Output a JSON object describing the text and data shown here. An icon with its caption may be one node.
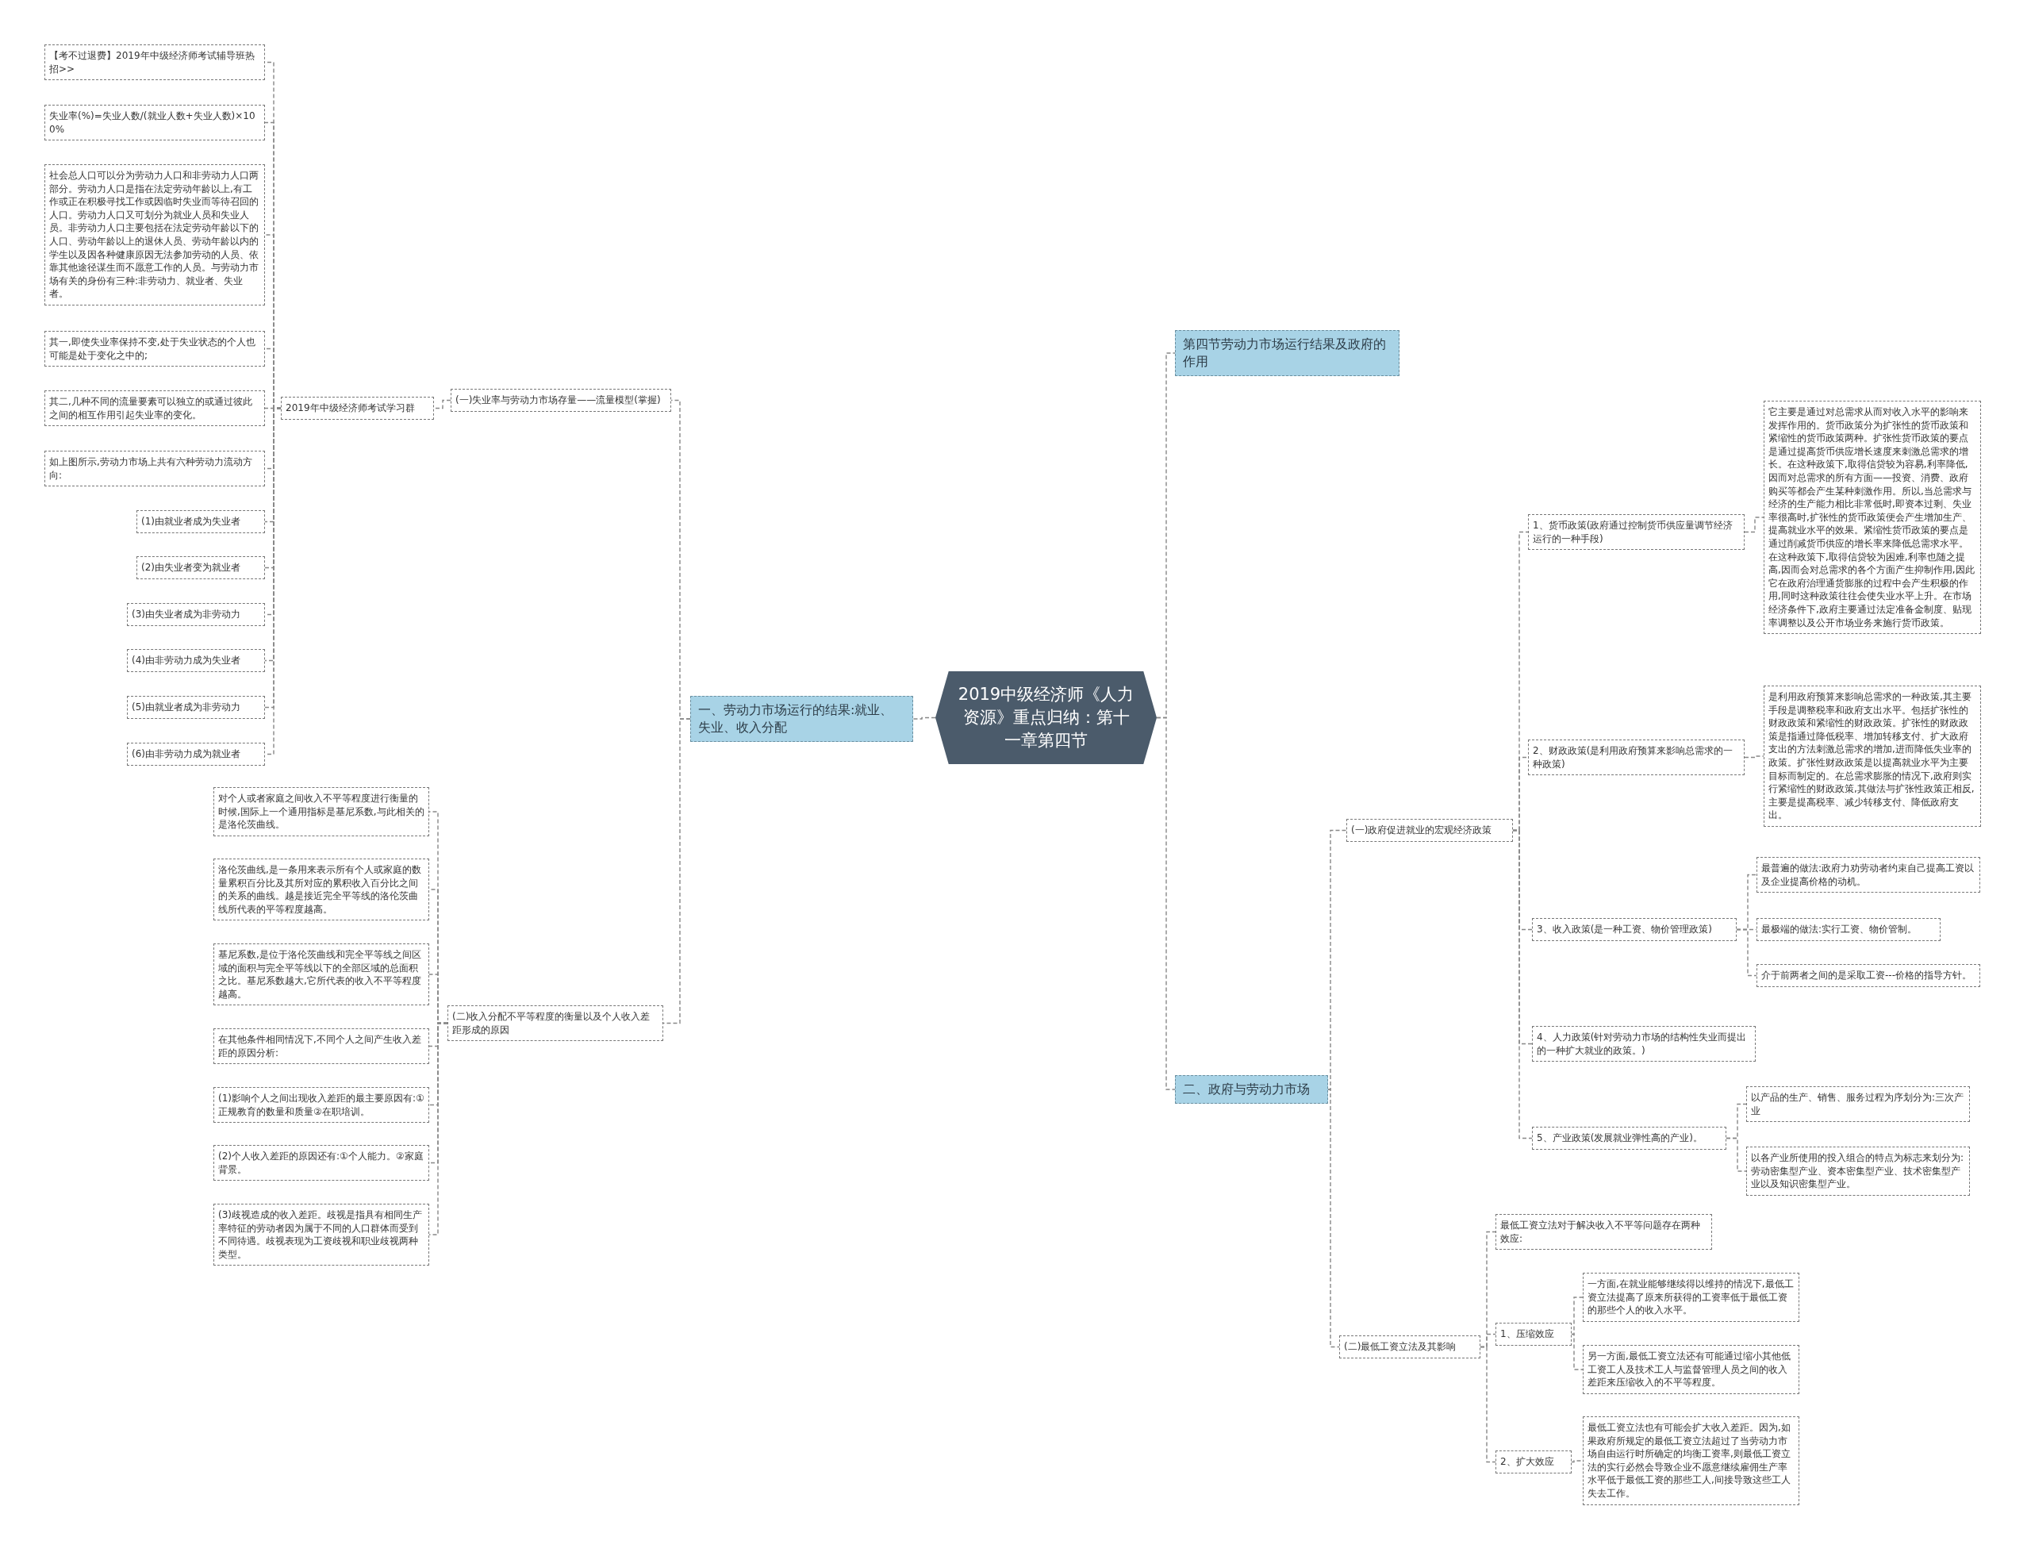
{
  "diagram": {
    "nodes": [
      {
        "text": [
          "2019中级经济师《人力资源》重点归纳：第十一章第四节"
        ]
      },
      {
        "text": [
          "一、劳动力市场运行的结果:就业、失业、收入分配"
        ]
      },
      {
        "text": [
          "(一)失业率与劳动力市场存量——流量模型(掌握)"
        ]
      },
      {
        "text": [
          "2019年中级经济师考试学习群"
        ]
      },
      {
        "text": [
          "【考不过退费】2019年中级经济师考试辅导班热招>>"
        ]
      },
      {
        "text": [
          "失业率(%)=失业人数/(就业人数+失业人数)×100%"
        ]
      },
      {
        "text": [
          "社会总人口可以分为劳动力人口和非劳动力人口两部分。劳动力人口是指在法定劳动年龄以上,有工作或正在积极寻找工作或因临时失业而等待召回的人口。劳动力人口又可划分为就业人员和失业人员。非劳动力人口主要包括在法定劳动年龄以下的人口、劳动年龄以上的退休人员、劳动年龄以内的学生以及因各种健康原因无法参加劳动的人员、依靠其他途径谋生而不愿意工作的人员。与劳动力市场有关的身份有三种:非劳动力、就业者、失业者。"
        ]
      },
      {
        "text": [
          "其一,即使失业率保持不变,处于失业状态的个人也可能是处于变化之中的;"
        ]
      },
      {
        "text": [
          "其二,几种不同的流量要素可以独立的或通过彼此之间的相互作用引起失业率的变化。"
        ]
      },
      {
        "text": [
          "如上图所示,劳动力市场上共有六种劳动力流动方向:"
        ]
      },
      {
        "text": [
          "(1)由就业者成为失业者"
        ]
      },
      {
        "text": [
          "(2)由失业者变为就业者"
        ]
      },
      {
        "text": [
          "(3)由失业者成为非劳动力"
        ]
      },
      {
        "text": [
          "(4)由非劳动力成为失业者"
        ]
      },
      {
        "text": [
          "(5)由就业者成为非劳动力"
        ]
      },
      {
        "text": [
          "(6)由非劳动力成为就业者"
        ]
      },
      {
        "text": [
          "(二)收入分配不平等程度的衡量以及个人收入差距形成的原因"
        ]
      },
      {
        "text": [
          "对个人或者家庭之间收入不平等程度进行衡量的时候,国际上一个通用指标是基尼系数,与此相关的是洛伦茨曲线。"
        ]
      },
      {
        "text": [
          "洛伦茨曲线,是一条用来表示所有个人或家庭的数量累积百分比及其所对应的累积收入百分比之间的关系的曲线。越是接近完全平等线的洛伦茨曲线所代表的平等程度越高。"
        ]
      },
      {
        "text": [
          "基尼系数,是位于洛伦茨曲线和完全平等线之间区域的面积与完全平等线以下的全部区域的总面积之比。基尼系数越大,它所代表的收入不平等程度越高。"
        ]
      },
      {
        "text": [
          "在其他条件相同情况下,不同个人之间产生收入差距的原因分析:"
        ]
      },
      {
        "text": [
          "(1)影响个人之间出现收入差距的最主要原因有:①正规教育的数量和质量②在职培训。"
        ]
      },
      {
        "text": [
          "(2)个人收入差距的原因还有:①个人能力。②家庭背景。"
        ]
      },
      {
        "text": [
          "(3)歧视造成的收入差距。歧视是指具有相同生产率特征的劳动者因为属于不同的人口群体而受到不同待遇。歧视表现为工资歧视和职业歧视两种类型。"
        ]
      },
      {
        "text": [
          "第四节劳动力市场运行结果及政府的作用"
        ]
      },
      {
        "text": [
          "二、政府与劳动力市场"
        ]
      },
      {
        "text": [
          "(一)政府促进就业的宏观经济政策"
        ]
      },
      {
        "text": [
          "1、货币政策(政府通过控制货币供应量调节经济运行的一种手段)"
        ]
      },
      {
        "text": [
          "它主要是通过对总需求从而对收入水平的影响来发挥作用的。货币政策分为扩张性的货币政策和紧缩性的货币政策两种。扩张性货币政策的要点是通过提高货币供应增长速度来刺激总需求的增长。在这种政策下,取得信贷较为容易,利率降低,因而对总需求的所有方面——投资、消费、政府购买等都会产生某种刺激作用。所以,当总需求与经济的生产能力相比非常低时,即资本过剩、失业率很高时,扩张性的货币政策便会产生增加生产、提高就业水平的效果。紧缩性货币政策的要点是通过削减货币供应的增长率来降低总需求水平。在这种政策下,取得信贷较为困难,利率也随之提高,因而会对总需求的各个方面产生抑制作用,因此它在政府治理通货膨胀的过程中会产生积极的作用,同时这种政策往往会使失业水平上升。在市场经济条件下,政府主要通过法定准备金制度、贴现率调整以及公开市场业务来施行货币政策。"
        ]
      },
      {
        "text": [
          "2、财政政策(是利用政府预算来影响总需求的一种政策)"
        ]
      },
      {
        "text": [
          "是利用政府预算来影响总需求的一种政策,其主要手段是调整税率和政府支出水平。包括扩张性的财政政策和紧缩性的财政政策。扩张性的财政政策是指通过降低税率、增加转移支付、扩大政府支出的方法刺激总需求的增加,进而降低失业率的政策。扩张性财政政策是以提高就业水平为主要目标而制定的。在总需求膨胀的情况下,政府则实行紧缩性的财政政策,其做法与扩张性政策正相反,主要是提高税率、减少转移支付、降低政府支出。"
        ]
      },
      {
        "text": [
          "3、收入政策(是一种工资、物价管理政策)"
        ]
      },
      {
        "text": [
          "最普遍的做法:政府力劝劳动者约束自己提高工资以及企业提高价格的动机。"
        ]
      },
      {
        "text": [
          "最极端的做法:实行工资、物价管制。"
        ]
      },
      {
        "text": [
          "介于前两者之间的是采取工资---价格的指导方针。"
        ]
      },
      {
        "text": [
          "4、人力政策(针对劳动力市场的结构性失业而提出的一种扩大就业的政策。)"
        ]
      },
      {
        "text": [
          "5、产业政策(发展就业弹性高的产业)。"
        ]
      },
      {
        "text": [
          "以产品的生产、销售、服务过程为序划分为:三次产业"
        ]
      },
      {
        "text": [
          "以各产业所使用的投入组合的特点为标志来划分为:劳动密集型产业、资本密集型产业、技术密集型产业以及知识密集型产业。"
        ]
      },
      {
        "text": [
          "(二)最低工资立法及其影响"
        ]
      },
      {
        "text": [
          "最低工资立法对于解决收入不平等问题存在两种效应:"
        ]
      },
      {
        "text": [
          "1、压缩效应"
        ]
      },
      {
        "text": [
          "一方面,在就业能够继续得以维持的情况下,最低工资立法提高了原来所获得的工资率低于最低工资的那些个人的收入水平。"
        ]
      },
      {
        "text": [
          "另一方面,最低工资立法还有可能通过缩小其他低工资工人及技术工人与监督管理人员之间的收入差距来压缩收入的不平等程度。"
        ]
      },
      {
        "text": [
          "2、扩大效应"
        ]
      },
      {
        "text": [
          "最低工资立法也有可能会扩大收入差距。因为,如果政府所规定的最低工资立法超过了当劳动力市场自由运行时所确定的均衡工资率,则最低工资立法的实行必然会导致企业不愿意继续雇佣生产率水平低于最低工资的那些工人,间接导致这些工人失去工作。"
        ]
      }
    ],
    "edges": [
      {
        "from": 0,
        "to": 1,
        "arrow": "none"
      },
      {
        "from": 1,
        "to": 2,
        "arrow": "none"
      },
      {
        "from": 2,
        "to": 3,
        "arrow": "none"
      },
      {
        "from": 3,
        "to": 4,
        "arrow": "none"
      },
      {
        "from": 3,
        "to": 5,
        "arrow": "none"
      },
      {
        "from": 3,
        "to": 6,
        "arrow": "none"
      },
      {
        "from": 3,
        "to": 7,
        "arrow": "none"
      },
      {
        "from": 3,
        "to": 8,
        "arrow": "none"
      },
      {
        "from": 3,
        "to": 9,
        "arrow": "none"
      },
      {
        "from": 3,
        "to": 10,
        "arrow": "none"
      },
      {
        "from": 3,
        "to": 11,
        "arrow": "none"
      },
      {
        "from": 3,
        "to": 12,
        "arrow": "none"
      },
      {
        "from": 3,
        "to": 13,
        "arrow": "none"
      },
      {
        "from": 3,
        "to": 14,
        "arrow": "none"
      },
      {
        "from": 3,
        "to": 15,
        "arrow": "none"
      },
      {
        "from": 1,
        "to": 16,
        "arrow": "none"
      },
      {
        "from": 16,
        "to": 17,
        "arrow": "none"
      },
      {
        "from": 16,
        "to": 18,
        "arrow": "none"
      },
      {
        "from": 16,
        "to": 19,
        "arrow": "none"
      },
      {
        "from": 16,
        "to": 20,
        "arrow": "none"
      },
      {
        "from": 16,
        "to": 21,
        "arrow": "none"
      },
      {
        "from": 16,
        "to": 22,
        "arrow": "none"
      },
      {
        "from": 16,
        "to": 23,
        "arrow": "none"
      },
      {
        "from": 0,
        "to": 24,
        "arrow": "none"
      },
      {
        "from": 0,
        "to": 25,
        "arrow": "none"
      },
      {
        "from": 25,
        "to": 26,
        "arrow": "none"
      },
      {
        "from": 26,
        "to": 27,
        "arrow": "none"
      },
      {
        "from": 27,
        "to": 28,
        "arrow": "none"
      },
      {
        "from": 26,
        "to": 29,
        "arrow": "none"
      },
      {
        "from": 29,
        "to": 30,
        "arrow": "none"
      },
      {
        "from": 26,
        "to": 31,
        "arrow": "none"
      },
      {
        "from": 31,
        "to": 32,
        "arrow": "none"
      },
      {
        "from": 31,
        "to": 33,
        "arrow": "none"
      },
      {
        "from": 31,
        "to": 34,
        "arrow": "none"
      },
      {
        "from": 26,
        "to": 35,
        "arrow": "none"
      },
      {
        "from": 26,
        "to": 36,
        "arrow": "none"
      },
      {
        "from": 36,
        "to": 37,
        "arrow": "none"
      },
      {
        "from": 36,
        "to": 38,
        "arrow": "none"
      },
      {
        "from": 25,
        "to": 39,
        "arrow": "none"
      },
      {
        "from": 39,
        "to": 40,
        "arrow": "none"
      },
      {
        "from": 39,
        "to": 41,
        "arrow": "none"
      },
      {
        "from": 39,
        "to": 44,
        "arrow": "none"
      },
      {
        "from": 41,
        "to": 42,
        "arrow": "none"
      },
      {
        "from": 41,
        "to": 43,
        "arrow": "none"
      },
      {
        "from": 44,
        "to": 45,
        "arrow": "none"
      }
    ]
  }
}
